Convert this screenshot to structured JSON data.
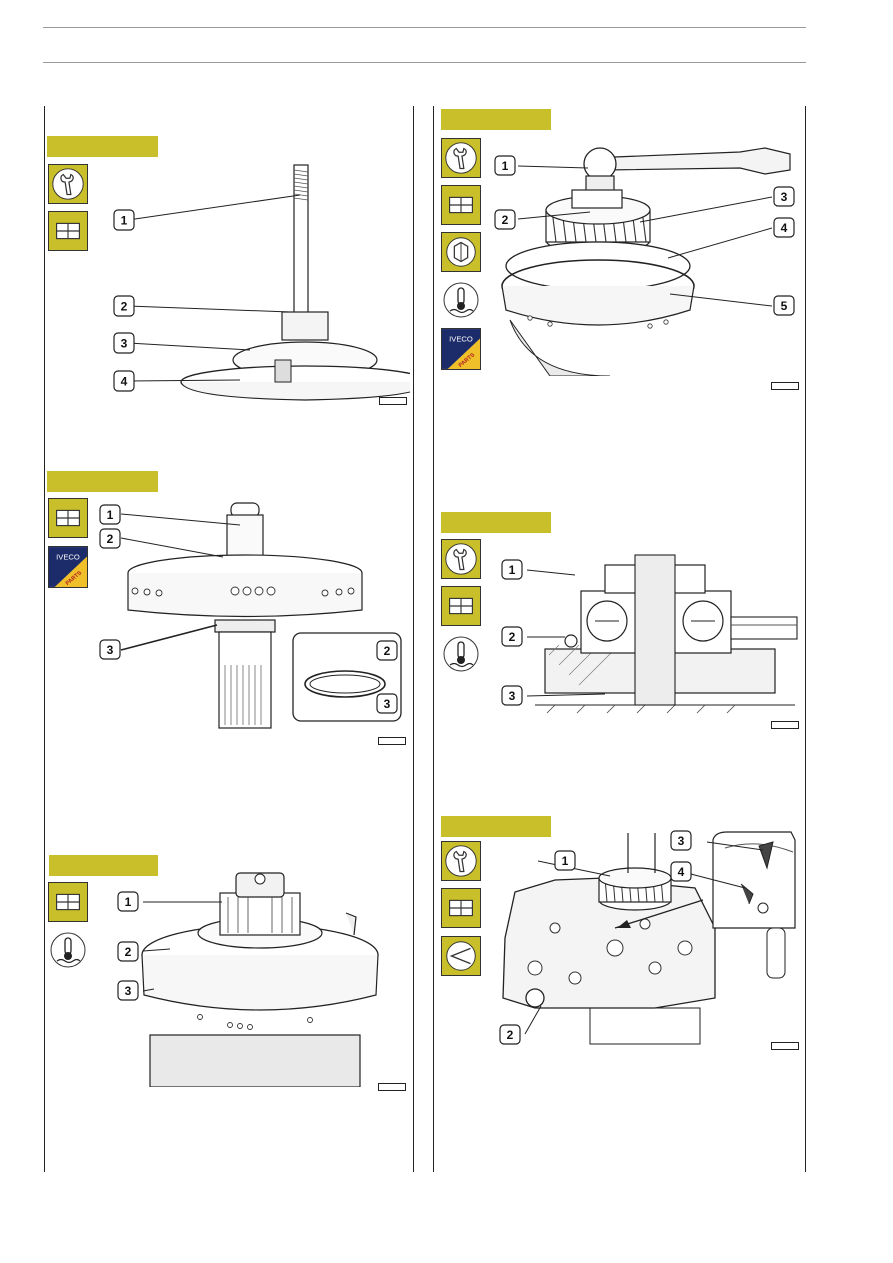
{
  "brand": {
    "name": "IVECO",
    "stamp": "PARTS",
    "colors": {
      "accent": "#c9bf2a",
      "navy": "#1c2c6b",
      "stamp": "#f0c02a",
      "text": "#1a1a1a"
    }
  },
  "icons": {
    "tool": "wrench-tool-icon",
    "assembly": "grid-assembly-icon",
    "temp": "temperature-icon",
    "angle": "angle-check-icon",
    "gear": "gear-hex-icon"
  },
  "figures": [
    {
      "callouts": [
        "1",
        "2",
        "3",
        "4"
      ]
    },
    {
      "callouts": [
        "1",
        "2",
        "3"
      ],
      "inset_callouts": [
        "2",
        "3"
      ]
    },
    {
      "callouts": [
        "1",
        "2",
        "3"
      ]
    },
    {
      "callouts": [
        "1",
        "2",
        "3",
        "4",
        "5"
      ]
    },
    {
      "callouts": [
        "1",
        "2",
        "3"
      ]
    },
    {
      "callouts": [
        "1",
        "2",
        "3",
        "4"
      ]
    }
  ]
}
